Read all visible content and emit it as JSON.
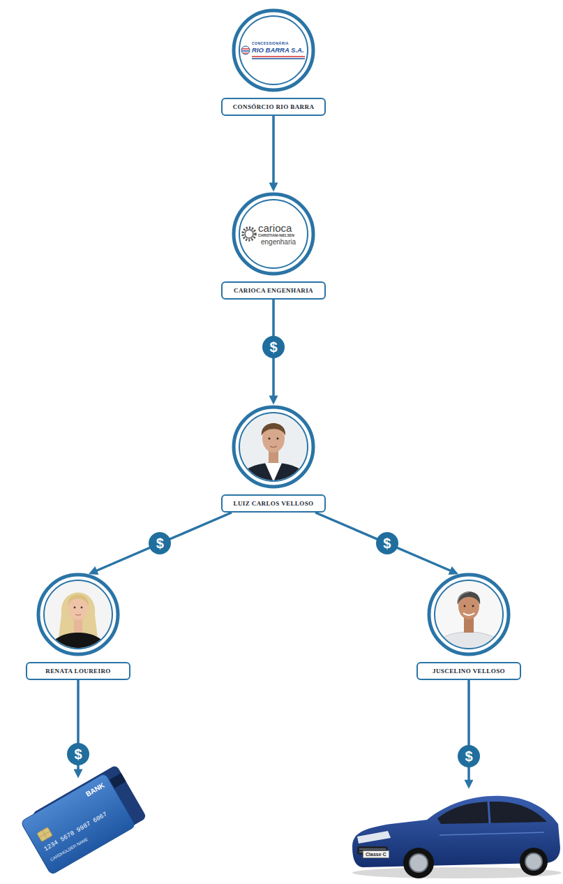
{
  "diagram": {
    "nodes": [
      {
        "text": [
          "CONCESSIONÁRIA",
          "RIO BARRA S.A.",
          "CONSÓRCIO RIO BARRA"
        ]
      },
      {
        "text": [
          "carioca",
          "CHRISTIANI-NIELSEN",
          "engenharia",
          "CARIOCA ENGENHARIA"
        ]
      },
      {
        "text": [
          "LUIZ CARLOS VELLOSO"
        ]
      },
      {
        "text": [
          "RENATA LOUREIRO"
        ]
      },
      {
        "text": [
          "JUSCELINO VELLOSO"
        ]
      },
      {
        "text": [
          "BANK",
          "1234 5678 9987 6067",
          "CARDHOLDER NAME"
        ]
      },
      {
        "text": [
          "Classe C"
        ]
      }
    ],
    "edges": [
      {
        "from": 0,
        "to": 1,
        "arrow": "to"
      },
      {
        "from": 1,
        "to": 2,
        "label": "$",
        "arrow": "to"
      },
      {
        "from": 2,
        "to": 3,
        "label": "$",
        "arrow": "to"
      },
      {
        "from": 2,
        "to": 4,
        "label": "$",
        "arrow": "to"
      },
      {
        "from": 3,
        "to": 5,
        "label": "$",
        "arrow": "to"
      },
      {
        "from": 4,
        "to": 6,
        "label": "$",
        "arrow": "to"
      }
    ]
  }
}
